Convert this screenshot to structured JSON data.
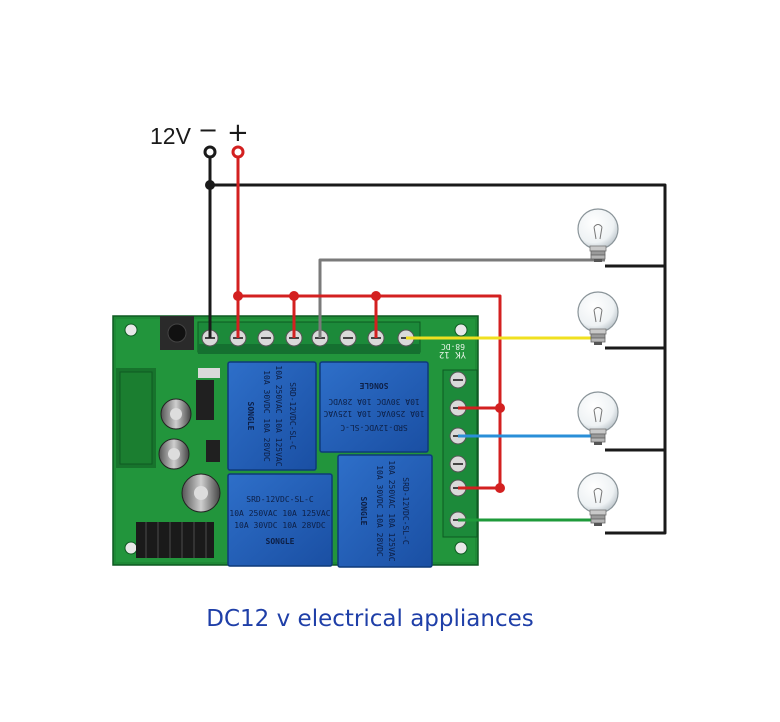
{
  "power": {
    "voltage_label": "12V",
    "minus_symbol": "−",
    "plus_symbol": "+"
  },
  "board": {
    "model_label": "YK 12",
    "model_label_2": "68-DC",
    "relays": [
      {
        "model": "SRD-12VDC-SL-C",
        "brand": "SONGLE",
        "rating_1": "10A 250VAC 10A 125VAC",
        "rating_2": "10A 30VDC 10A 28VDC"
      },
      {
        "model": "SRD-12VDC-SL-C",
        "brand": "SONGLE",
        "rating_1": "10A 250VAC 10A 125VAC",
        "rating_2": "10A 30VDC 10A 28VDC"
      },
      {
        "model": "SRD-12VDC-SL-C",
        "brand": "SONGLE",
        "rating_1": "10A 250VAC 10A 125VAC",
        "rating_2": "10A 30VDC 10A 28VDC"
      },
      {
        "model": "SRD-12VDC-SL-C",
        "brand": "SONGLE",
        "rating_1": "10A 250VAC 10A 125VAC",
        "rating_2": "10A 30VDC 10A 28VDC"
      }
    ]
  },
  "loads": {
    "count": 4,
    "icon": "light-bulb-icon"
  },
  "wire_colors": {
    "ground": "#1a1a1a",
    "positive": "#d32020",
    "gray": "#7a7a7a",
    "yellow": "#f0e020",
    "blue": "#2a8fd8",
    "green": "#1e9a3a"
  },
  "caption": "DC12 v electrical appliances"
}
